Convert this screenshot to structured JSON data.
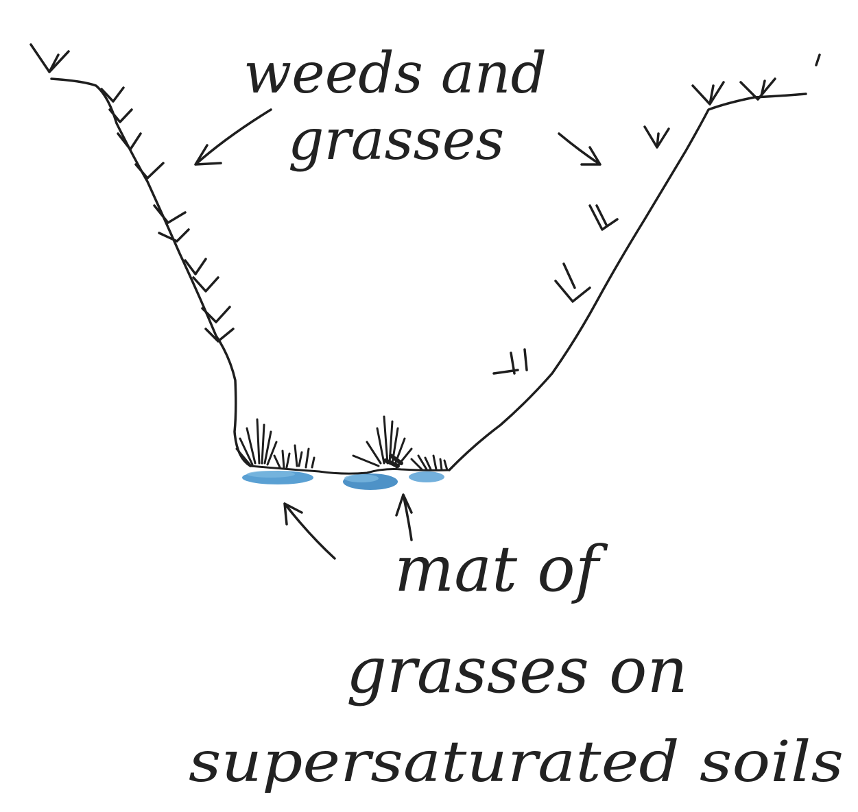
{
  "labels": {
    "top_line1": "weeds and",
    "top_line2": "grasses",
    "bottom_line1": "mat of",
    "bottom_line2": "grasses on",
    "bottom_line3": "supersaturated soils"
  },
  "colors": {
    "ink": "#1e1e1e",
    "water": "#3d8fcb",
    "water_light": "#7bb8e0",
    "paper": "#ffffff"
  }
}
